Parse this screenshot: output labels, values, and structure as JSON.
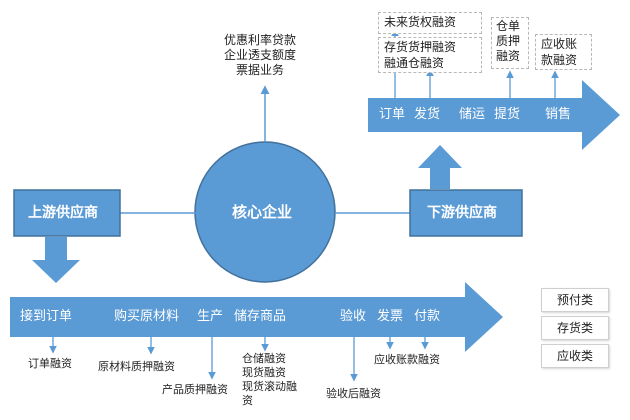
{
  "colors": {
    "accent": "#5b9bd5",
    "accent_dark": "#41719c",
    "arrow_line": "#5b9bd5",
    "text": "#222222"
  },
  "core": {
    "label": "核心企业",
    "services": [
      "优惠利率贷款",
      "企业透支额度",
      "票据业务"
    ]
  },
  "upstream": {
    "label": "上游供应商",
    "flow": [
      "接到订单",
      "购买原材料",
      "生产",
      "储存商品",
      "验收",
      "发票",
      "付款"
    ],
    "financing": {
      "order": "订单融资",
      "material": "原材料质押融资",
      "product": "产品质押融资",
      "warehouse": [
        "仓储融资",
        "现货融资",
        "现货滚动融",
        "资"
      ],
      "acceptance": "验收后融资",
      "receivable": "应收账款融资"
    }
  },
  "downstream": {
    "label": "下游供应商",
    "flow": [
      "订单",
      "发货",
      "储运",
      "提货",
      "销售"
    ],
    "financing": {
      "future_rights": "未来货权融资",
      "inventory": [
        "存货货押融资",
        "融通仓融资"
      ],
      "warehouse_receipt": [
        "仓单",
        "质押",
        "融资"
      ],
      "receivable": [
        "应收账",
        "款融资"
      ]
    }
  },
  "legend": [
    "预付类",
    "存货类",
    "应收类"
  ]
}
